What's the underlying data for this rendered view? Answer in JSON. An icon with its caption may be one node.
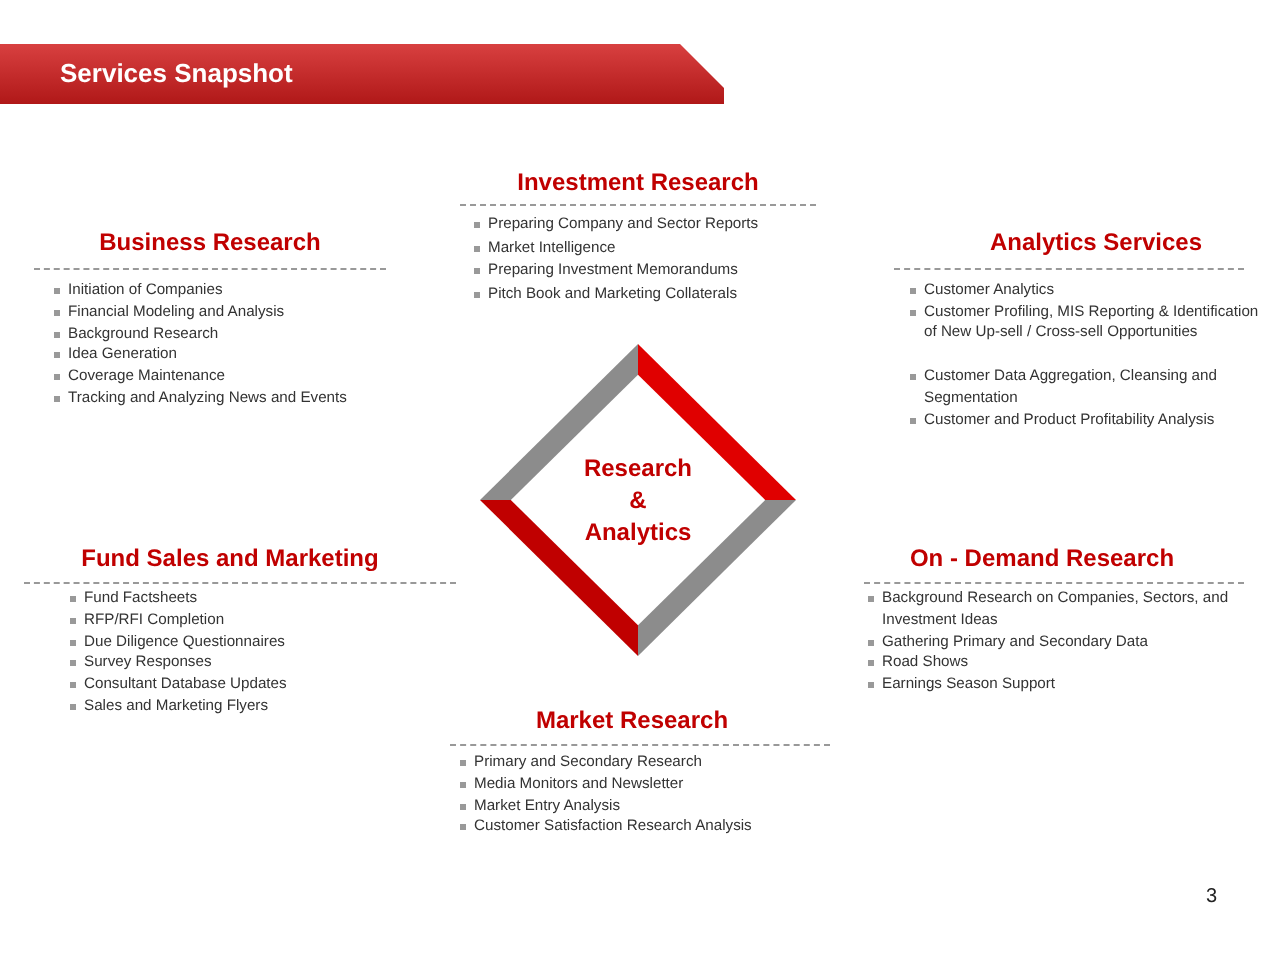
{
  "diagram": {
    "title": "Services Snapshot",
    "nodes": [
      {
        "text": [
          "Research & Analytics"
        ]
      }
    ],
    "edges": [],
    "labels": [
      "Investment Research",
      "Preparing Company and Sector Reports",
      "Market Intelligence",
      "Preparing Investment Memorandums",
      "Pitch Book and Marketing Collaterals",
      "Business Research",
      "Initiation of Companies",
      "Financial Modeling and Analysis",
      "Background Research",
      "Idea Generation",
      "Coverage Maintenance",
      "Tracking and Analyzing News and Events",
      "Analytics Services",
      "Customer Analytics",
      "Customer Profiling, MIS Reporting & Identification of New Up-sell / Cross-sell Opportunities",
      "Customer Data Aggregation, Cleansing and Segmentation",
      "Customer and Product Profitability Analysis",
      "Fund Sales and Marketing",
      "Fund Factsheets",
      "RFP/RFI Completion",
      "Due Diligence Questionnaires",
      "Survey Responses",
      "Consultant Database Updates",
      "Sales and Marketing Flyers",
      "On - Demand  Research",
      "Background Research on Companies, Sectors, and Investment Ideas",
      "Gathering Primary and Secondary Data",
      "Road Shows",
      "Earnings Season Support",
      "Market Research",
      "Primary and Secondary Research",
      "Media Monitors and Newsletter",
      "Market Entry Analysis",
      "Customer Satisfaction Research Analysis",
      "3"
    ]
  }
}
